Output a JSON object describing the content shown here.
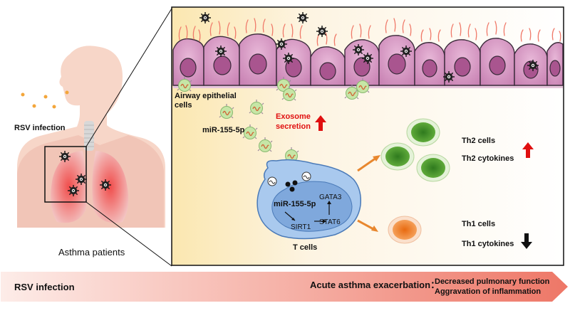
{
  "labels": {
    "rsv_infection_left": "RSV infection",
    "asthma_patients": "Asthma patients",
    "airway_epithelial_line1": "Airway epithelial",
    "airway_epithelial_line2": "cells",
    "mir_outside": "miR-155-5p",
    "exosome_line1": "Exosome",
    "exosome_line2": "secretion",
    "mir_inside": "miR-155-5p",
    "gata3": "GATA3",
    "sirt1": "SIRT1",
    "stat6": "STAT6",
    "t_cells": "T cells",
    "th2_cells": "Th2 cells",
    "th2_cytokines": "Th2 cytokines",
    "th1_cells": "Th1 cells",
    "th1_cytokines": "Th1 cytokines",
    "timeline_start": "RSV infection",
    "timeline_mid": "Acute asthma exacerbation：",
    "outcome_1": "Decreased pulmonary function",
    "outcome_2": "Aggravation of inflammation"
  },
  "colors": {
    "up_arrow": "#e01010",
    "down_arrow": "#111111",
    "epithelium": "#d9a0c8",
    "cilia": "#f08070",
    "th2_cell": "#3d8a2a",
    "th1_cell": "#e07020",
    "t_cell": "#9dc2ea",
    "exosome": "#bfe3a0"
  },
  "icons": [
    "virus-icon",
    "exosome-icon",
    "up-arrow-icon",
    "down-arrow-icon"
  ]
}
